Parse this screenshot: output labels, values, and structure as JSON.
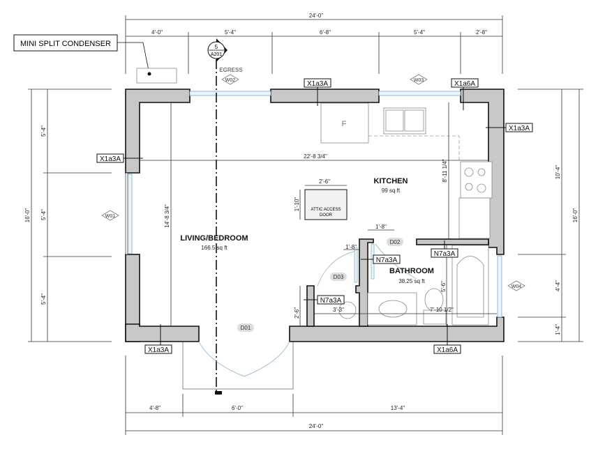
{
  "dimensions": {
    "top_overall": "24'-0\"",
    "top_segments": [
      "4'-0\"",
      "5'-4\"",
      "6'-8\"",
      "5'-4\"",
      "2'-8\""
    ],
    "left_segments": [
      "5'-4\"",
      "5'-4\"",
      "5'-4\""
    ],
    "left_overall": "16'-0\"",
    "right_segments": [
      "10'-4\"",
      "4'-4\"",
      "1'-4\""
    ],
    "right_overall": "16'-0\"",
    "bottom_segments": [
      "4'-8\"",
      "6'-0\"",
      "13'-4\""
    ],
    "bottom_overall": "24'-0\"",
    "interior": {
      "living_width": "22'-8 3/4\"",
      "living_depth": "14'-8 3/4\"",
      "kitchen_depth": "8'-11 1/4\"",
      "attic_width": "2'-6\"",
      "attic_depth": "1'-10\"",
      "d02_width": "1'-8\"",
      "d03_width": "1'-8\"",
      "bath_depth": "5'-6\"",
      "bath_width": "7'-10 1/2\"",
      "closet_width": "3'-3\"",
      "closet_depth": "2'-6\""
    }
  },
  "callouts": {
    "mini_split": "MINI SPLIT CONDENSER",
    "egress": "EGRESS",
    "section_number": "5",
    "section_sheet": "A201",
    "attic_access_line1": "ATTIC ACCESS",
    "attic_access_line2": "DOOR",
    "fridge": "F"
  },
  "wall_tags": {
    "top_left": "X1a3A",
    "top_right": "X1a6A",
    "right": "X1a3A",
    "left": "X1a3A",
    "bottom_left": "X1a3A",
    "bottom_right": "X1a6A",
    "bath_partition": "N7a3A",
    "bath_wall": "N7a3A",
    "closet_wall": "N7a3A"
  },
  "rooms": [
    {
      "name": "KITCHEN",
      "area": "99 sq ft"
    },
    {
      "name": "LIVING/BEDROOM",
      "area": "166.5 sq ft"
    },
    {
      "name": "BATHROOM",
      "area": "38.25 sq ft"
    }
  ],
  "doors": [
    "D01",
    "D02",
    "D03"
  ],
  "windows": [
    "W01",
    "W02",
    "W03",
    "W04"
  ]
}
